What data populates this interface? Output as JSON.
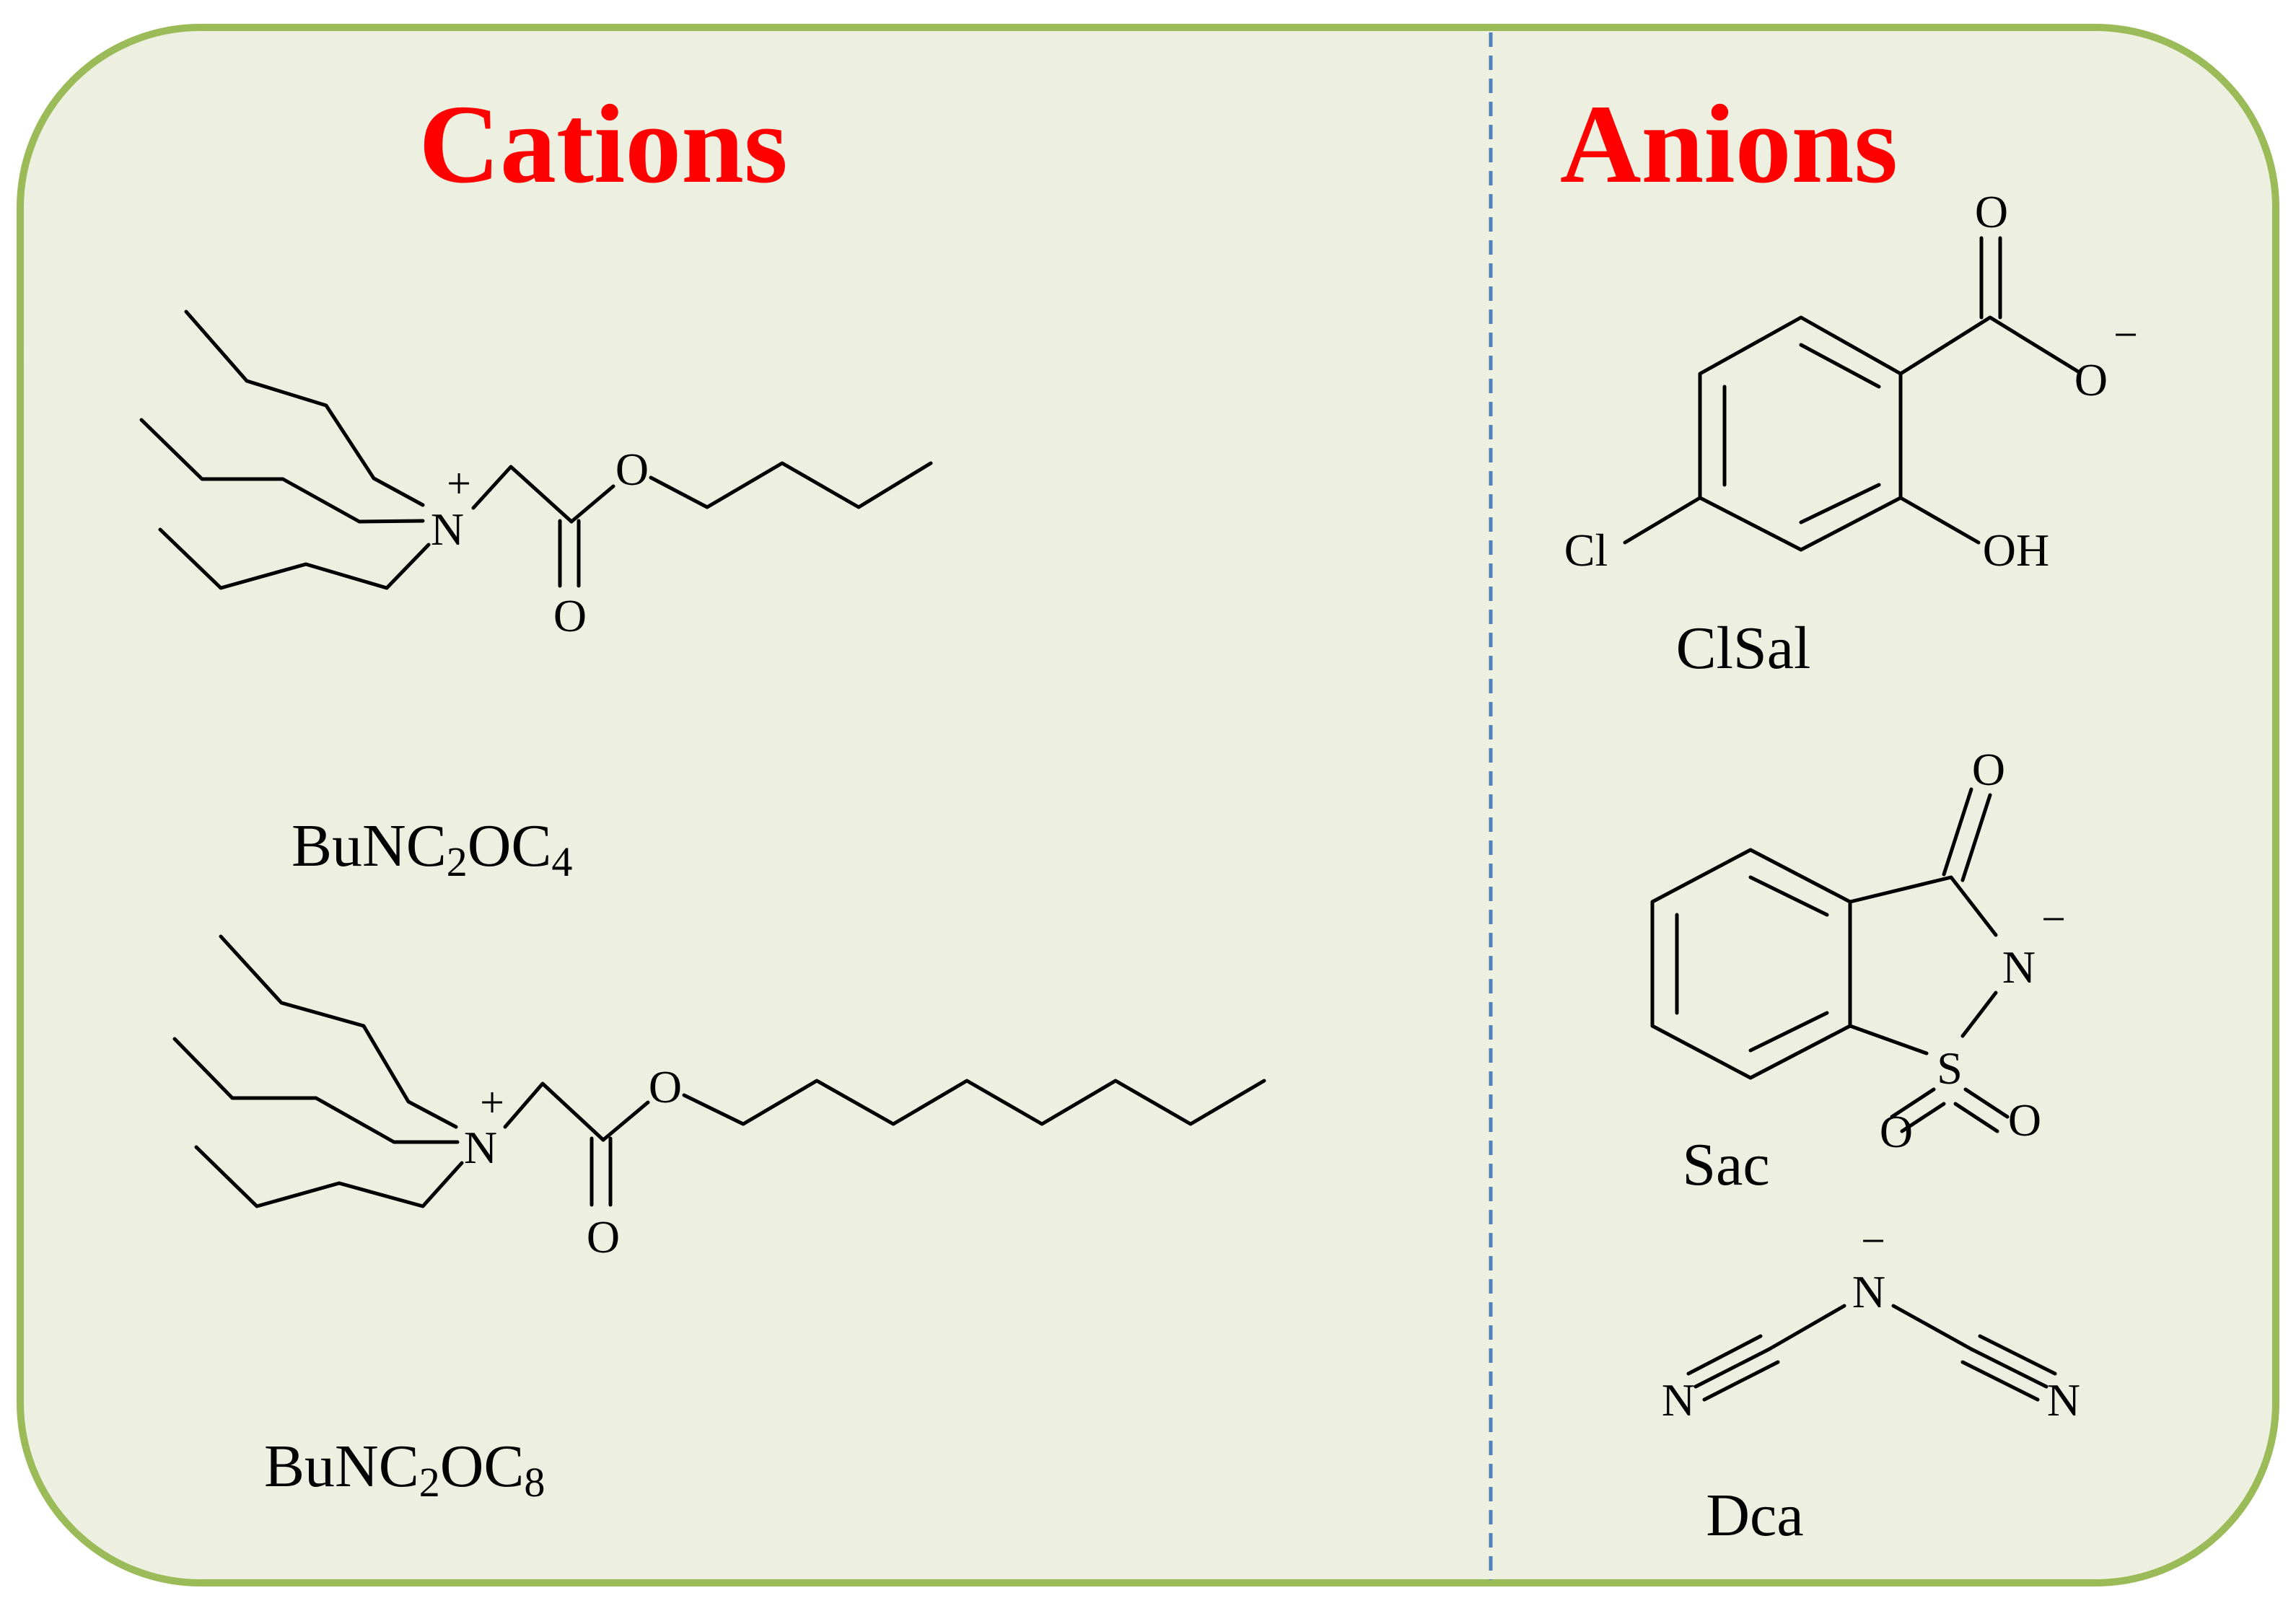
{
  "panel": {
    "background": "#edf0e0",
    "border_color": "#9bbb59",
    "divider_color": "#4f81bd"
  },
  "headings": {
    "cations": "Cations",
    "anions": "Anions",
    "color": "#ff0000"
  },
  "atoms": {
    "N": "N",
    "O": "O",
    "S": "S",
    "Cl": "Cl",
    "OH": "OH",
    "plus": "+",
    "minus": "−"
  },
  "cations": [
    {
      "name_base": "BuNC",
      "sub1": "2",
      "mid": "OC",
      "sub2": "4"
    },
    {
      "name_base": "BuNC",
      "sub1": "2",
      "mid": "OC",
      "sub2": "8"
    }
  ],
  "anions": [
    {
      "name": "ClSal"
    },
    {
      "name": "Sac"
    },
    {
      "name": "Dca"
    }
  ]
}
